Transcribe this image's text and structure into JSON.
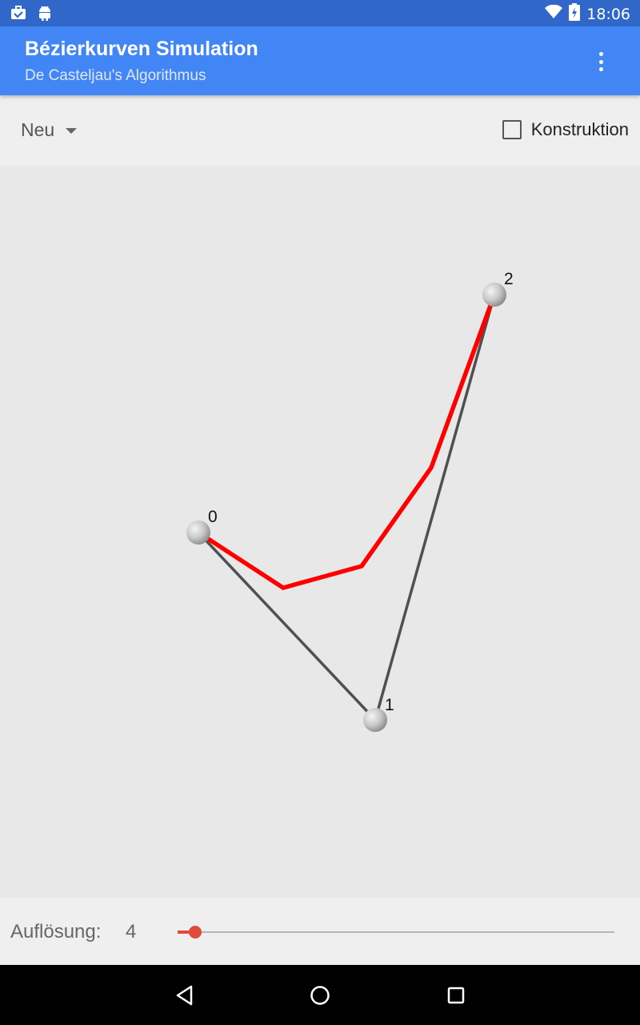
{
  "status_bar": {
    "time": "18:06",
    "icons": [
      "briefcase-check-icon",
      "android-icon",
      "wifi-icon",
      "battery-charging-icon"
    ]
  },
  "app_bar": {
    "title": "Bézierkurven Simulation",
    "subtitle": "De Casteljau's Algorithmus",
    "menu_icon": "more-vert-icon"
  },
  "toolbar": {
    "mode_selected": "Neu",
    "construction_checkbox_label": "Konstruktion",
    "construction_checked": false
  },
  "canvas": {
    "control_points": [
      {
        "label": "0"
      },
      {
        "label": "1"
      },
      {
        "label": "2"
      }
    ],
    "colors": {
      "control_polygon": "#505050",
      "bezier_curve": "#ff0000",
      "point_fill": "#c8c8c8"
    }
  },
  "bottom_bar": {
    "resolution_label": "Auflösung:",
    "resolution_value": "4",
    "slider_fraction": 0.04,
    "accent_color": "#e04a3b"
  },
  "nav_bar": {
    "icons": [
      "back-icon",
      "home-icon",
      "recents-icon"
    ]
  }
}
